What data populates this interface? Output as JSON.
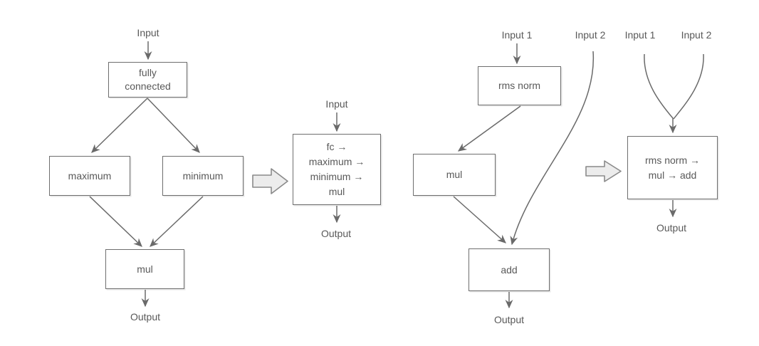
{
  "left_graph": {
    "input": "Input",
    "fully_connected": "fully\nconnected",
    "maximum": "maximum",
    "minimum": "minimum",
    "mul": "mul",
    "output": "Output"
  },
  "left_fused": {
    "input": "Input",
    "line1": "fc →",
    "line2": "maximum →",
    "line3": "minimum →",
    "line4": "mul",
    "output": "Output"
  },
  "right_graph": {
    "input1": "Input 1",
    "input2": "Input 2",
    "rms_norm": "rms norm",
    "mul": "mul",
    "add": "add",
    "output": "Output"
  },
  "right_fused": {
    "input1": "Input 1",
    "input2": "Input 2",
    "line1": "rms norm →",
    "line2": "mul → add",
    "output": "Output"
  },
  "colors": {
    "wire_stroke": "#6a6a6a",
    "box_border": "#6e6e6e",
    "text": "#595959",
    "block_arrow_fill": "#ececec",
    "block_arrow_stroke": "#8a8a8a",
    "background": "#ffffff"
  }
}
